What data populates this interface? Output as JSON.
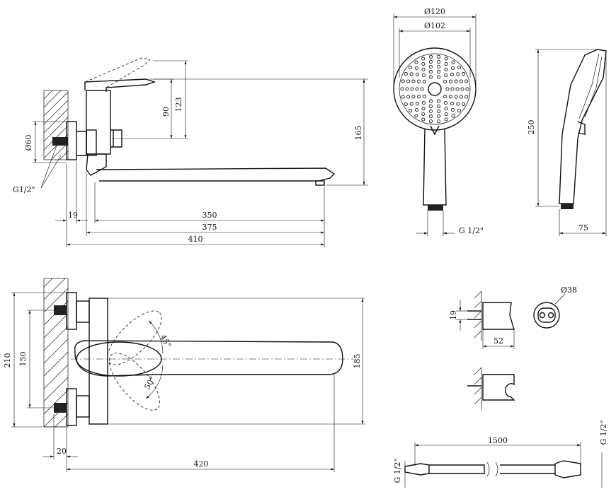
{
  "faucet_side": {
    "d60": "Ø60",
    "g12": "G1/2\"",
    "h90": "90",
    "h123": "123",
    "h165": "165",
    "w19": "19",
    "w350": "350",
    "w375": "375",
    "w410": "410"
  },
  "shower_front": {
    "d120": "Ø120",
    "d102": "Ø102",
    "g12": "G 1/2\""
  },
  "shower_side": {
    "h250": "250",
    "w75": "75"
  },
  "faucet_top": {
    "h210": "210",
    "h150": "150",
    "h185": "185",
    "a45": "45°",
    "a50": "50°",
    "w20": "20",
    "w420": "420"
  },
  "holder": {
    "d38": "Ø38",
    "h19": "19",
    "w52": "52"
  },
  "hose": {
    "g12_left": "G 1/2\"",
    "g12_right": "G 1/2\"",
    "len": "1500"
  }
}
